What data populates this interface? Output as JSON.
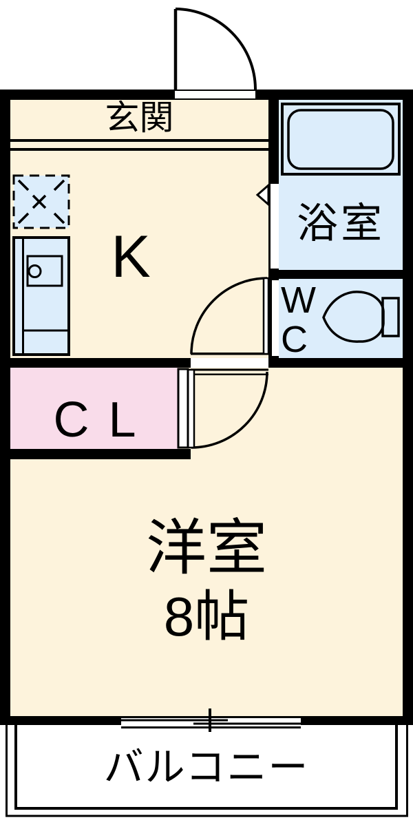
{
  "floorplan": {
    "rooms": {
      "genkan": {
        "label": "玄関"
      },
      "kitchen": {
        "label": "K"
      },
      "bathroom": {
        "label": "浴室"
      },
      "toilet": {
        "label": "W\nC"
      },
      "closet": {
        "label": "C L"
      },
      "western_room": {
        "label": "洋室",
        "size": "8帖"
      },
      "balcony": {
        "label": "バルコニー"
      }
    },
    "colors": {
      "floor_cream": "#FDF3DC",
      "wet_area_blue": "#DCEDFB",
      "closet_pink": "#F9DCEA",
      "wall_black": "#000000",
      "background": "#FFFFFF"
    }
  }
}
